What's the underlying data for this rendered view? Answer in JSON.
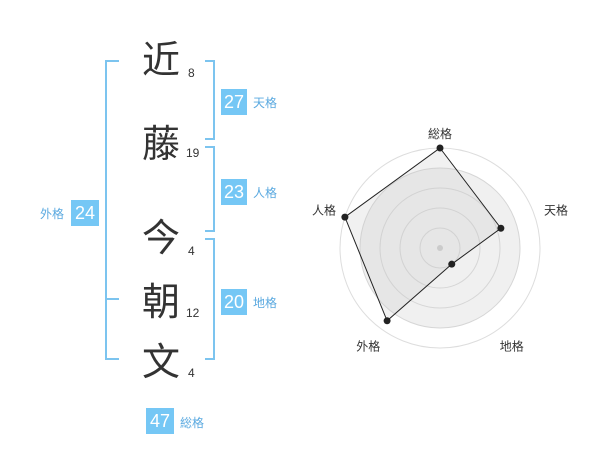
{
  "name": {
    "chars": [
      {
        "char": "近",
        "strokes": "8"
      },
      {
        "char": "藤",
        "strokes": "19"
      },
      {
        "char": "今",
        "strokes": "4"
      },
      {
        "char": "朝",
        "strokes": "12"
      },
      {
        "char": "文",
        "strokes": "4"
      }
    ]
  },
  "kakusu": {
    "tenkaku": {
      "value": "27",
      "label": "天格"
    },
    "jinkaku": {
      "value": "23",
      "label": "人格"
    },
    "chikaku": {
      "value": "20",
      "label": "地格"
    },
    "gaikaku": {
      "value": "24",
      "label": "外格"
    },
    "soukaku": {
      "value": "47",
      "label": "総格"
    }
  },
  "colors": {
    "accent": "#75c7f5",
    "label": "#5aa9e0",
    "bracket": "#7cc4ef"
  },
  "chart_data": {
    "type": "radar",
    "axes": [
      "総格",
      "天格",
      "地格",
      "外格",
      "人格"
    ],
    "values": [
      5,
      3.2,
      1,
      4.5,
      5
    ],
    "max": 5,
    "rings": 5
  }
}
